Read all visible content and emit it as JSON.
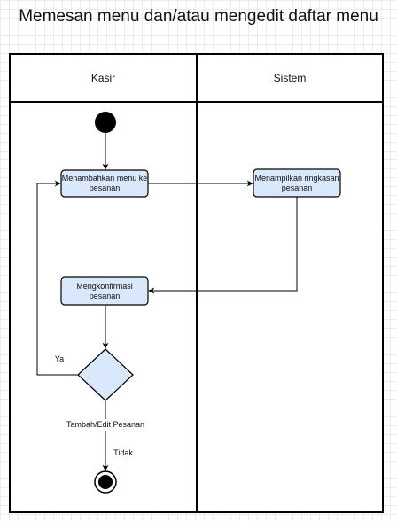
{
  "title": "Memesan menu dan/atau mengedit daftar menu",
  "lanes": [
    "Kasir",
    "Sistem"
  ],
  "nodes": {
    "add_menu": "Menambahkan menu ke pesanan",
    "show_summary": "Menampilkan ringkasan pesanan",
    "confirm": "Mengkonfirmasi pesanan",
    "decision": "Tambah/Edit Pesanan"
  },
  "edges": {
    "yes": "Ya",
    "no": "Tidak"
  },
  "colors": {
    "node_fill": "#dae8fc",
    "stroke": "#000000"
  }
}
